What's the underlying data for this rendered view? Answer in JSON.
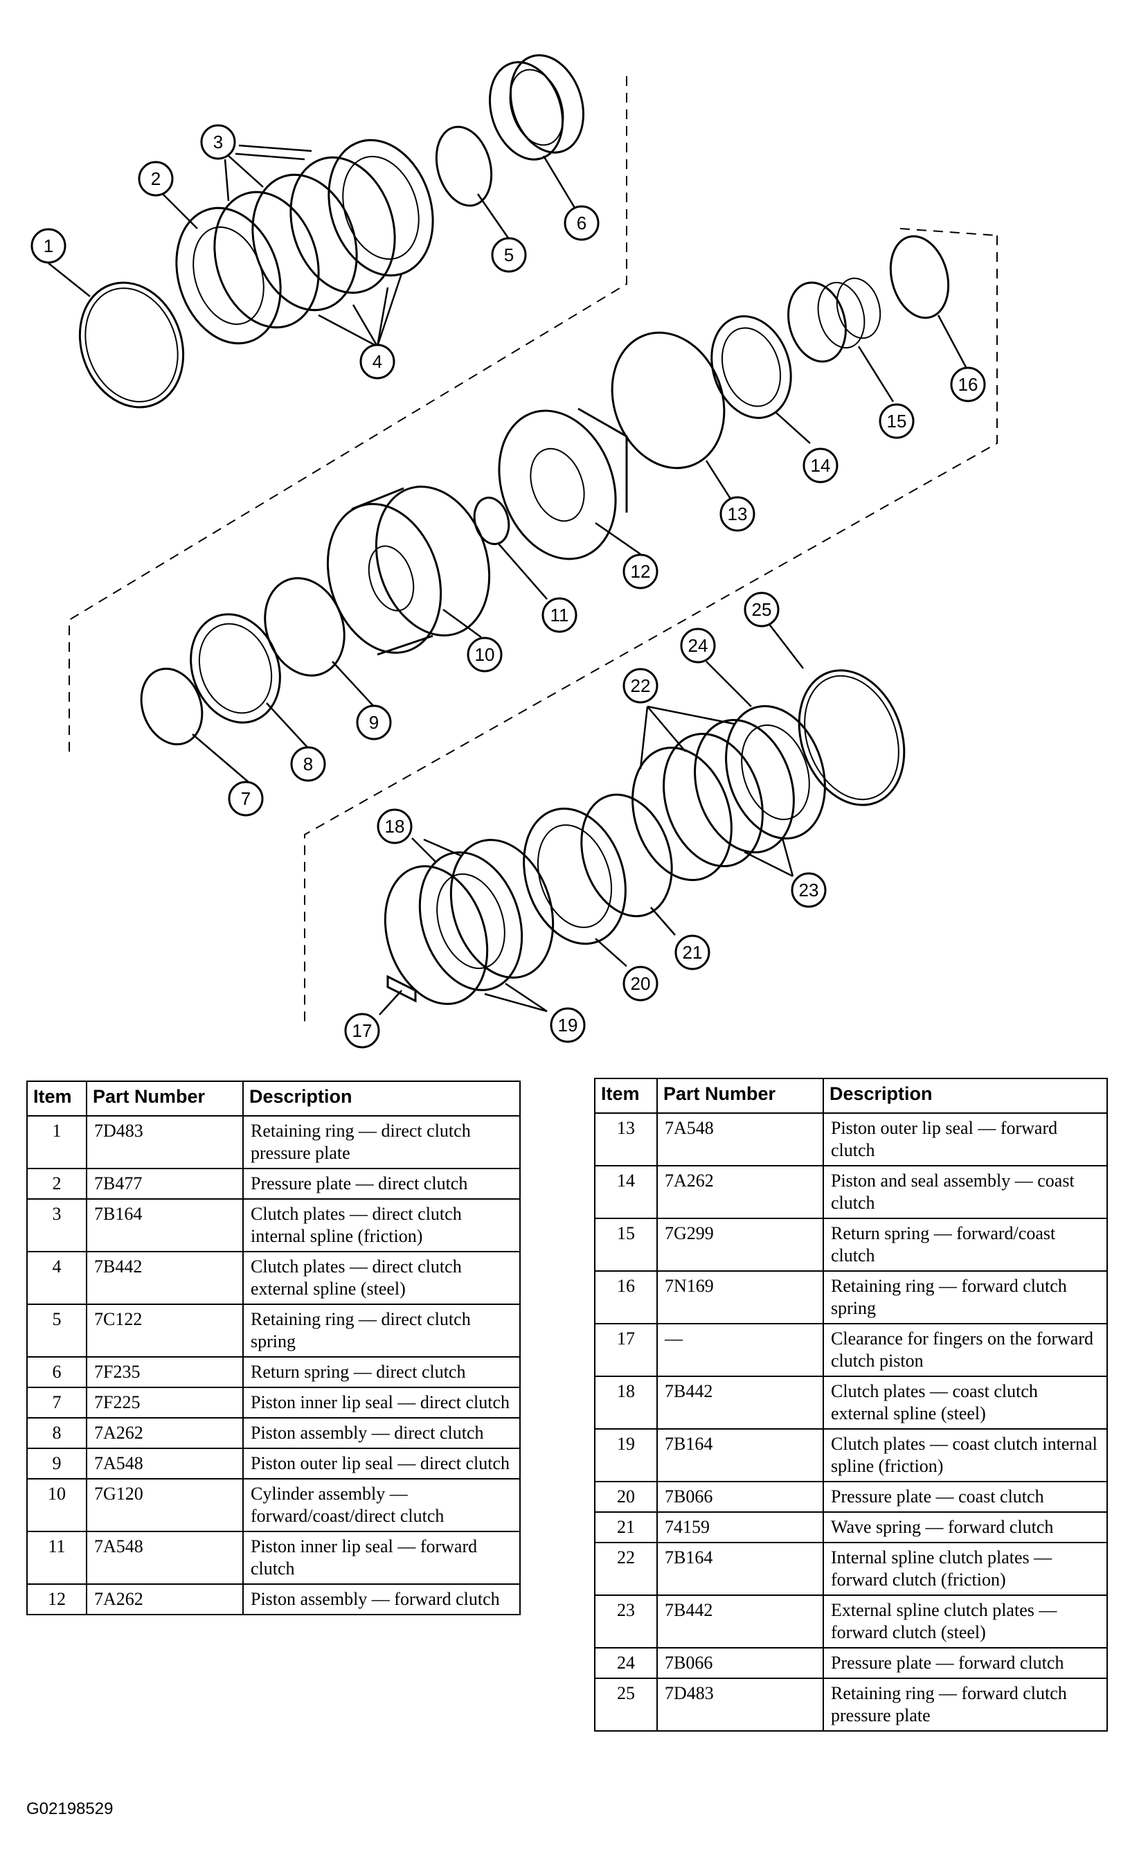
{
  "figure_id": "G02198529",
  "callouts": [
    "1",
    "2",
    "3",
    "4",
    "5",
    "6",
    "7",
    "8",
    "9",
    "10",
    "11",
    "12",
    "13",
    "14",
    "15",
    "16",
    "17",
    "18",
    "19",
    "20",
    "21",
    "22",
    "23",
    "24",
    "25"
  ],
  "table_headers": {
    "item": "Item",
    "part_number": "Part Number",
    "description": "Description"
  },
  "parts_left": [
    {
      "item": "1",
      "part": "7D483",
      "desc": "Retaining ring — direct clutch pressure plate"
    },
    {
      "item": "2",
      "part": "7B477",
      "desc": "Pressure plate — direct clutch"
    },
    {
      "item": "3",
      "part": "7B164",
      "desc": "Clutch plates — direct clutch internal spline (friction)"
    },
    {
      "item": "4",
      "part": "7B442",
      "desc": "Clutch plates — direct clutch external spline (steel)"
    },
    {
      "item": "5",
      "part": "7C122",
      "desc": "Retaining ring — direct clutch spring"
    },
    {
      "item": "6",
      "part": "7F235",
      "desc": "Return spring — direct clutch"
    },
    {
      "item": "7",
      "part": "7F225",
      "desc": "Piston inner lip seal — direct clutch"
    },
    {
      "item": "8",
      "part": "7A262",
      "desc": "Piston assembly — direct clutch"
    },
    {
      "item": "9",
      "part": "7A548",
      "desc": "Piston outer lip seal — direct clutch"
    },
    {
      "item": "10",
      "part": "7G120",
      "desc": "Cylinder assembly — forward/coast/direct clutch"
    },
    {
      "item": "11",
      "part": "7A548",
      "desc": "Piston inner lip seal — forward clutch"
    },
    {
      "item": "12",
      "part": "7A262",
      "desc": "Piston assembly — forward clutch"
    }
  ],
  "parts_right": [
    {
      "item": "13",
      "part": "7A548",
      "desc": "Piston outer lip seal — forward clutch"
    },
    {
      "item": "14",
      "part": "7A262",
      "desc": "Piston and seal assembly — coast clutch"
    },
    {
      "item": "15",
      "part": "7G299",
      "desc": "Return spring — forward/coast clutch"
    },
    {
      "item": "16",
      "part": "7N169",
      "desc": "Retaining ring — forward clutch spring"
    },
    {
      "item": "17",
      "part": "—",
      "desc": "Clearance for fingers on the forward clutch piston"
    },
    {
      "item": "18",
      "part": "7B442",
      "desc": "Clutch plates — coast clutch external spline (steel)"
    },
    {
      "item": "19",
      "part": "7B164",
      "desc": "Clutch plates — coast clutch internal spline (friction)"
    },
    {
      "item": "20",
      "part": "7B066",
      "desc": "Pressure plate — coast clutch"
    },
    {
      "item": "21",
      "part": "74159",
      "desc": "Wave spring — forward clutch"
    },
    {
      "item": "22",
      "part": "7B164",
      "desc": "Internal spline clutch plates — forward clutch (friction)"
    },
    {
      "item": "23",
      "part": "7B442",
      "desc": "External spline clutch plates — forward clutch (steel)"
    },
    {
      "item": "24",
      "part": "7B066",
      "desc": "Pressure plate — forward clutch"
    },
    {
      "item": "25",
      "part": "7D483",
      "desc": "Retaining ring — forward clutch pressure plate"
    }
  ]
}
